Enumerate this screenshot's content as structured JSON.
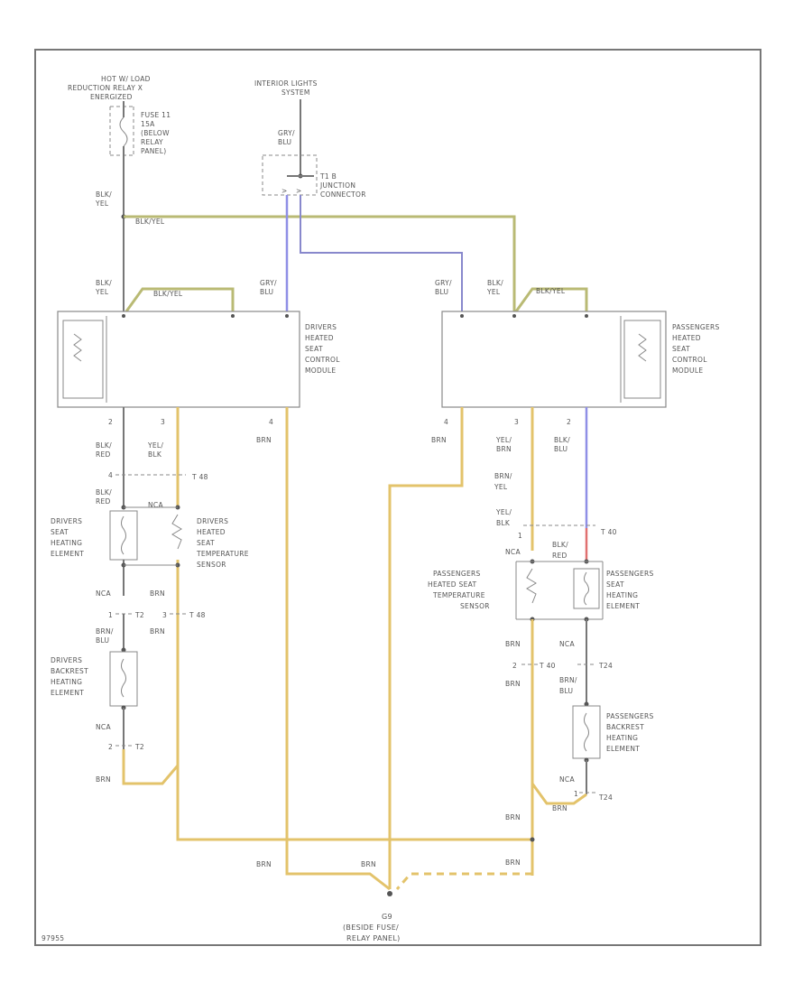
{
  "labels": {
    "hot_source": [
      "HOT W/ LOAD",
      "REDUCTION RELAY X",
      "ENERGIZED"
    ],
    "fuse": [
      "FUSE 11",
      "15A",
      "(BELOW",
      "RELAY",
      "PANEL)"
    ],
    "interior_lights": [
      "INTERIOR LIGHTS",
      "SYSTEM"
    ],
    "junction": [
      "T1 B",
      "JUNCTION",
      "CONNECTOR"
    ],
    "gry_blu": [
      "GRY/",
      "BLU"
    ],
    "blk_yel": [
      "BLK/",
      "YEL"
    ],
    "blk_yel_inline": "BLK/YEL",
    "driver_module": [
      "DRIVERS",
      "HEATED",
      "SEAT",
      "CONTROL",
      "MODULE"
    ],
    "passenger_module": [
      "PASSENGERS",
      "HEATED",
      "SEAT",
      "CONTROL",
      "MODULE"
    ],
    "blk_red": [
      "BLK/",
      "RED"
    ],
    "yel_blk": [
      "YEL/",
      "BLK"
    ],
    "brn": "BRN",
    "nca": "NCA",
    "yel_brn": [
      "YEL/",
      "BRN"
    ],
    "brn_yel": [
      "BRN/",
      "YEL"
    ],
    "blk_blu": [
      "BLK/",
      "BLU"
    ],
    "brn_blu": [
      "BRN/",
      "BLU"
    ],
    "driver_seat_elem": [
      "DRIVERS",
      "SEAT",
      "HEATING",
      "ELEMENT"
    ],
    "driver_temp_sensor": [
      "DRIVERS",
      "HEATED",
      "SEAT",
      "TEMPERATURE",
      "SENSOR"
    ],
    "driver_backrest": [
      "DRIVERS",
      "BACKREST",
      "HEATING",
      "ELEMENT"
    ],
    "pass_temp_sensor": [
      "PASSENGERS",
      "HEATED SEAT",
      "TEMPERATURE",
      "SENSOR"
    ],
    "pass_seat_elem": [
      "PASSENGERS",
      "SEAT",
      "HEATING",
      "ELEMENT"
    ],
    "pass_backrest": [
      "PASSENGERS",
      "BACKREST",
      "HEATING",
      "ELEMENT"
    ],
    "ground": [
      "G9",
      "(BESIDE FUSE/",
      "RELAY PANEL)"
    ],
    "t48": "T 48",
    "t40": "T 40",
    "t2": "T2",
    "t24": "T24",
    "pin_1": "1",
    "pin_2": "2",
    "pin_3": "3",
    "pin_4": "4",
    "diagram_id": "97955"
  }
}
